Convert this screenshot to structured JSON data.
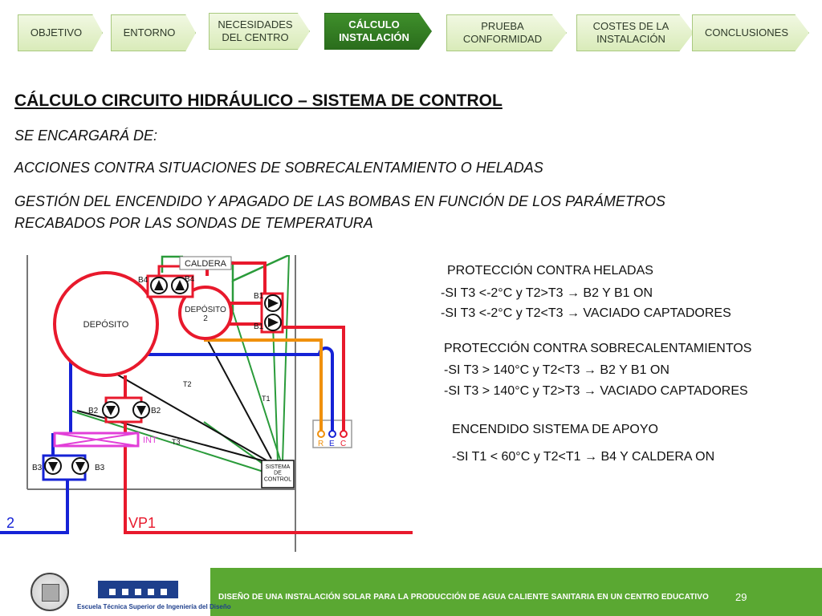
{
  "nav": {
    "items": [
      {
        "label": "OBJETIVO"
      },
      {
        "label": "ENTORNO"
      },
      {
        "label": "NECESIDADES\nDEL CENTRO"
      },
      {
        "label": "CÁLCULO\nINSTALACIÓN"
      },
      {
        "label": "PRUEBA\nCONFORMIDAD"
      },
      {
        "label": "COSTES DE LA\nINSTALACIÓN"
      },
      {
        "label": "CONCLUSIONES"
      }
    ],
    "active_index": 3
  },
  "content": {
    "title": "CÁLCULO CIRCUITO HIDRÁULICO – SISTEMA DE CONTROL",
    "intro": "SE ENCARGARÁ DE:",
    "point1": "ACCIONES CONTRA SITUACIONES DE SOBRECALENTAMIENTO O HELADAS",
    "point2_line1": "GESTIÓN DEL ENCENDIDO Y APAGADO DE LAS BOMBAS EN FUNCIÓN DE LOS PARÁMETROS",
    "point2_line2": "RECABADOS POR LAS SONDAS DE TEMPERATURA"
  },
  "rules": {
    "frost_title": "PROTECCIÓN CONTRA HELADAS",
    "frost_1": "-SI T3 <-2°C y T2>T3 → B2 Y B1 ON",
    "frost_2": "-SI T3 <-2°C y T2<T3 → VACIADO CAPTADORES",
    "heat_title": "PROTECCIÓN CONTRA SOBRECALENTAMIENTOS",
    "heat_1": "-SI T3 > 140°C y T2<T3 → B2 Y B1 ON",
    "heat_2": "-SI T3 > 140°C y T2>T3 → VACIADO CAPTADORES",
    "backup_title": "ENCENDIDO SISTEMA DE APOYO",
    "backup_1": "-SI T1 < 60°C y T2<T1 → B4 Y CALDERA ON"
  },
  "diagram": {
    "caldera": "CALDERA",
    "deposito": "DEPÓSITO",
    "deposito2": "DEPÓSITO\n2",
    "b4": "B4",
    "b1": "B1",
    "b2": "B2",
    "b3": "B3",
    "int": "INT",
    "t1": "T1",
    "t2": "T2",
    "t3": "T3",
    "r": "R",
    "e": "E",
    "c": "C",
    "sistema": "SISTEMA\nDE\nCONTROL",
    "vp1": "VP1",
    "num2": "2"
  },
  "footer": {
    "text": "DISEÑO DE UNA INSTALACIÓN SOLAR PARA LA PRODUCCIÓN DE AGUA CALIENTE SANITARIA EN UN CENTRO EDUCATIVO",
    "page": "29",
    "school": "Escuela Técnica Superior de Ingeniería del Diseño"
  },
  "colors": {
    "accent_green": "#5aa832",
    "active_tab": "#2f7d20",
    "pipe_red": "#e8192c",
    "pipe_blue": "#1522d6",
    "pipe_green": "#2a9b3a",
    "pipe_orange": "#f0900c",
    "valve_magenta": "#e23fd8"
  }
}
